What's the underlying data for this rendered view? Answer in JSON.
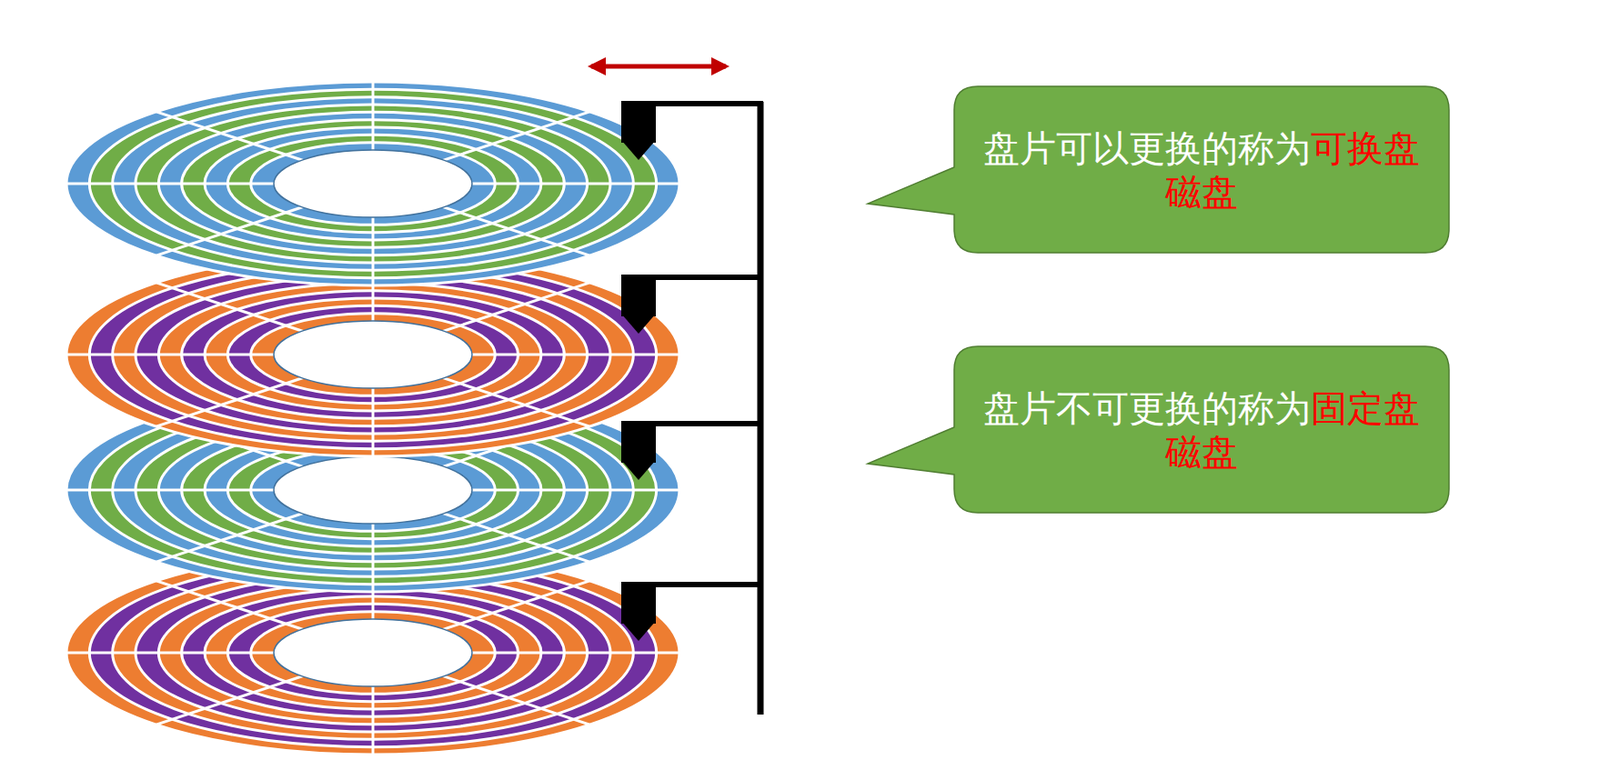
{
  "diagram": {
    "nodes": [
      {
        "text": [
          "盘片可以更换的称为",
          "可换盘磁盘"
        ]
      },
      {
        "text": [
          "盘片不可更换的称为",
          "固定盘磁盘"
        ]
      }
    ]
  }
}
